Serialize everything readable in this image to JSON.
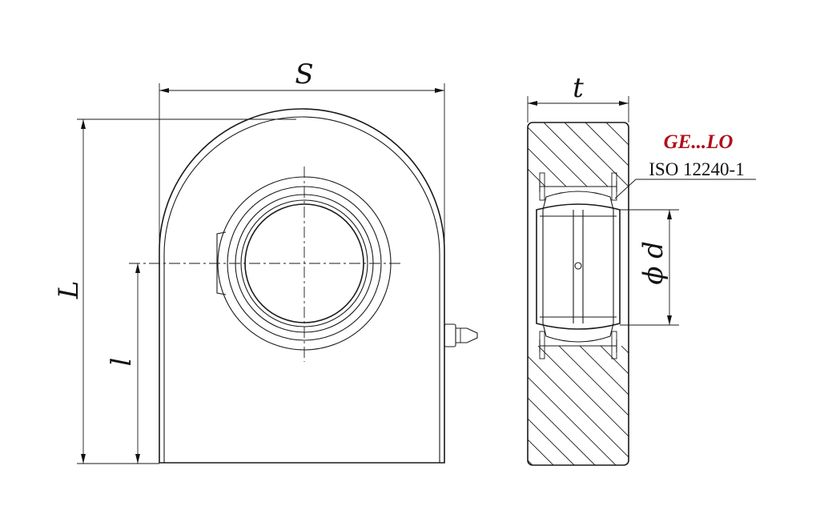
{
  "labels": {
    "width": "S",
    "length": "L",
    "center_height": "l",
    "thickness": "t",
    "bore": "d",
    "bore_symbol": "ϕ"
  },
  "product": {
    "series": "GE...LO",
    "standard": "ISO 12240-1",
    "series_color": "#b0101a"
  }
}
